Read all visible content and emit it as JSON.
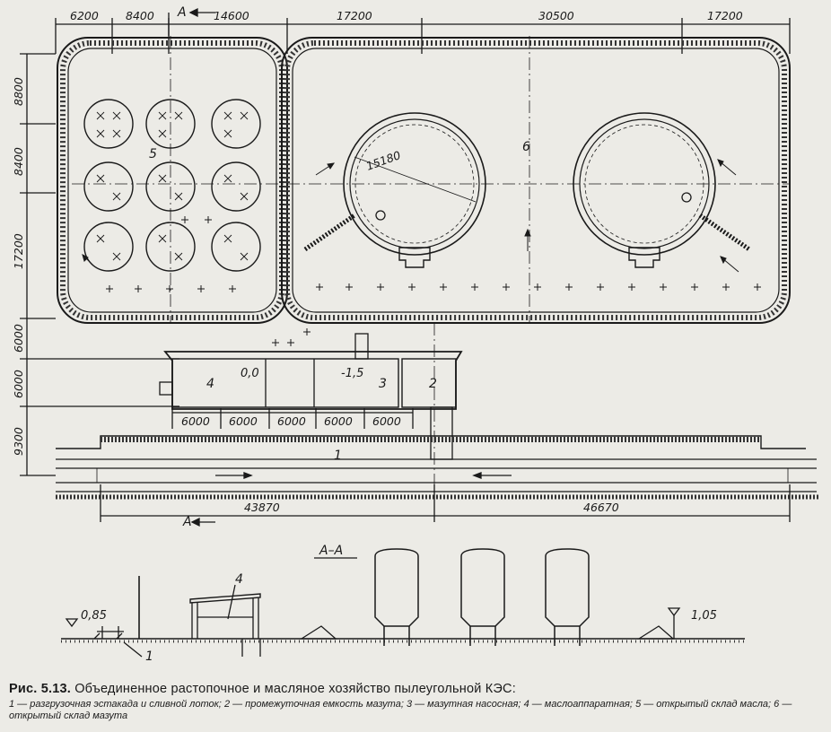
{
  "top_dimensions": [
    "6200",
    "8400",
    "14600",
    "17200",
    "30500",
    "17200"
  ],
  "left_dimensions": [
    "8800",
    "8400",
    "17200",
    "6000",
    "6000",
    "9300"
  ],
  "section_mark": "A",
  "building_dimensions": [
    "6000",
    "6000",
    "6000",
    "6000",
    "6000"
  ],
  "bottom_dimensions": [
    "43870",
    "46670"
  ],
  "oil_tank_radius": "15180",
  "item_labels": {
    "trestle": "1",
    "intermediate_tank": "2",
    "fuel_pump": "3",
    "oil_apparatus": "4",
    "oil_store": "5",
    "mazut_store": "6"
  },
  "building_elevations": [
    "0,0",
    "-1,5"
  ],
  "section": {
    "title": "А–А",
    "elevation_left": "0,85",
    "elevation_right": "1,05",
    "label_building": "4",
    "label_trestle": "1"
  },
  "caption": {
    "figure": "Рис. 5.13.",
    "title": "Объединенное растопочное и масляное хозяйство пылеугольной КЭС:",
    "legend": [
      "1 — разгрузочная эстакада и сливной лоток;",
      "2 — промежуточная емкость мазута;",
      "3 — мазутная насосная;",
      "4 — маслоаппаратная;",
      "5 — открытый склад масла;",
      "6 — открытый склад мазута"
    ]
  }
}
